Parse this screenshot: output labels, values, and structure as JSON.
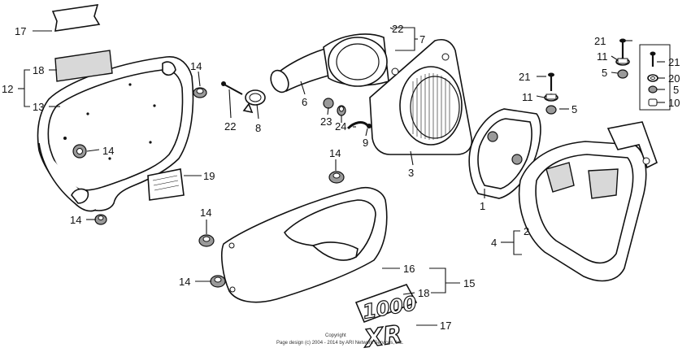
{
  "labels": {
    "l17_top": "17",
    "l18_top": "18",
    "l12": "12",
    "l13": "13",
    "l14_a": "14",
    "l14_b": "14",
    "l14_c": "14",
    "l14_d": "14",
    "l14_e": "14",
    "l14_f": "14",
    "l22_a": "22",
    "l8": "8",
    "l6": "6",
    "l22_b": "22",
    "l7": "7",
    "l23": "23",
    "l24": "24",
    "l9": "9",
    "l3": "3",
    "l19": "19",
    "l21_a": "21",
    "l11_a": "11",
    "l5_a": "5",
    "l21_b": "21",
    "l11_b": "11",
    "l5_b": "5",
    "l21_c": "21",
    "l20": "20",
    "l5_c": "5",
    "l10": "10",
    "l1": "1",
    "l2": "2",
    "l4": "4",
    "l16": "16",
    "l18_bottom": "18",
    "l15": "15",
    "l17_bottom": "17"
  },
  "emblems": {
    "model_number": "1000",
    "logo": "XR"
  },
  "copyright": {
    "line1": "Copyright",
    "line2": "Page design (c) 2004 - 2014 by ARI Network Services, Inc."
  }
}
